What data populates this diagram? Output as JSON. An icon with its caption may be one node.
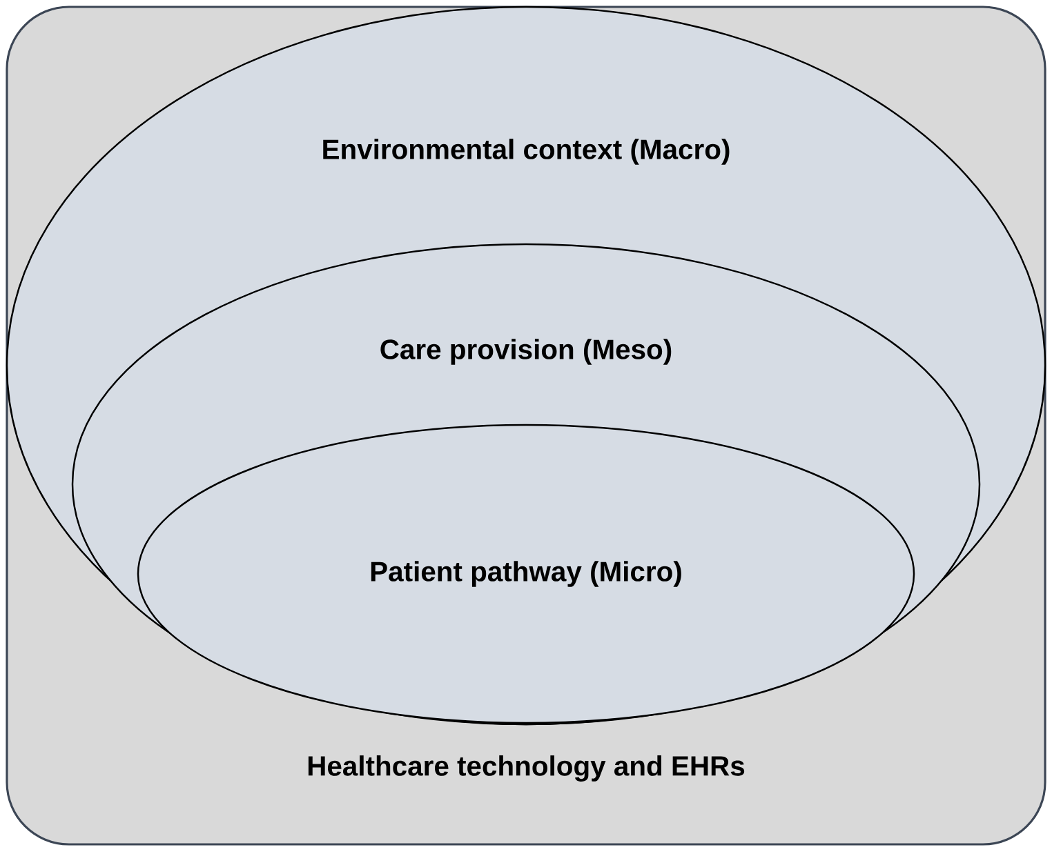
{
  "diagram": {
    "nodes": [
      {
        "text": [
          "Healthcare technology and EHRs"
        ]
      },
      {
        "text": [
          "Environmental context (Macro)"
        ],
        "in": 0
      },
      {
        "text": [
          "Care provision (Meso)"
        ],
        "in": 1
      },
      {
        "text": [
          "Patient pathway (Micro)"
        ],
        "in": 2
      }
    ]
  }
}
